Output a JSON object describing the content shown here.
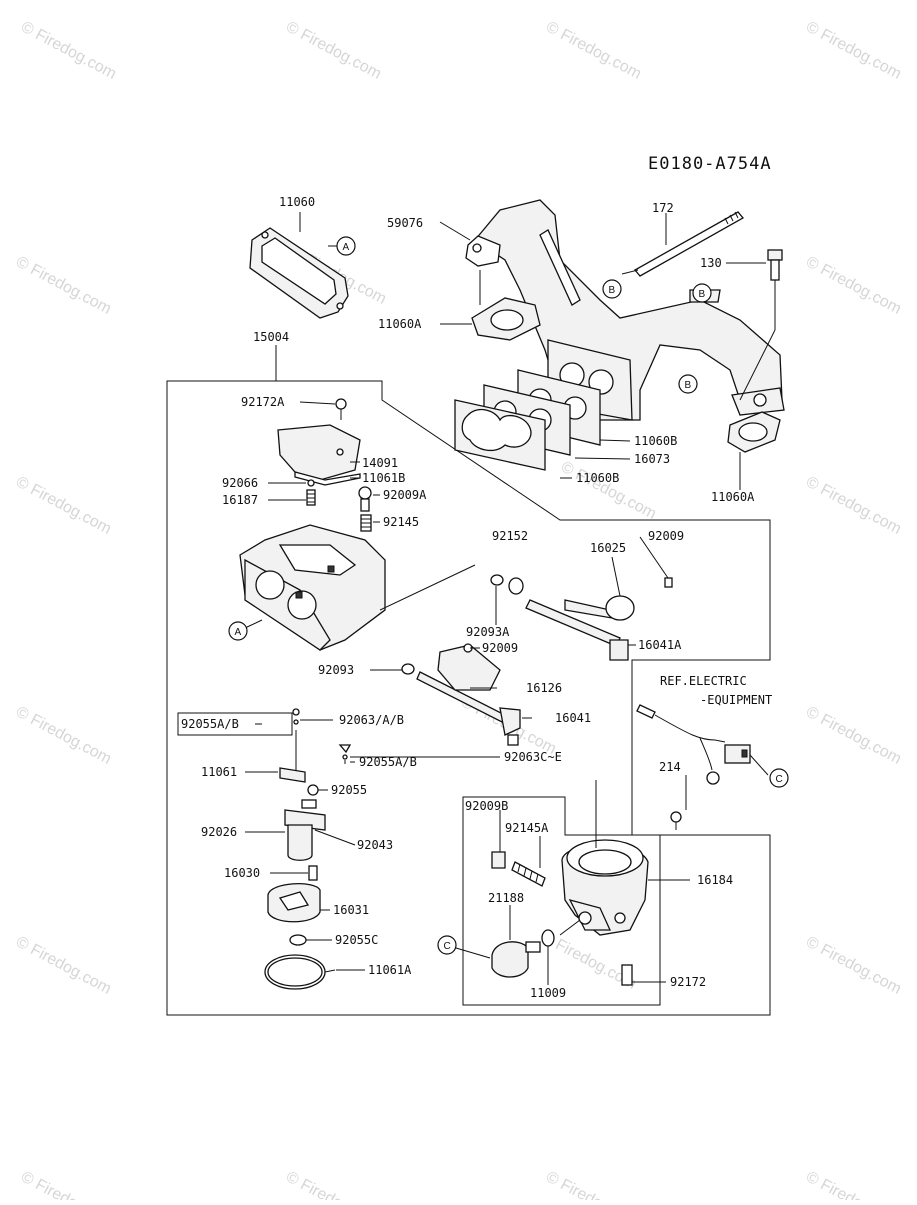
{
  "diagram_code": "E0180-A754A",
  "watermark_text": "© Firedog.com",
  "ref_letters": [
    "A",
    "B",
    "C"
  ],
  "parts": {
    "p11060": "11060",
    "p59076": "59076",
    "p172": "172",
    "p130": "130",
    "p11060A_top": "11060A",
    "p15004": "15004",
    "p92172A": "92172A",
    "p14091": "14091",
    "p11061B": "11061B",
    "p92066": "92066",
    "p16187": "16187",
    "p92009A": "92009A",
    "p92145": "92145",
    "p11060B_a": "11060B",
    "p16073": "16073",
    "p11060B_b": "11060B",
    "p11060A_right": "11060A",
    "p92152": "92152",
    "p16025": "16025",
    "p92009_top": "92009",
    "p92093A": "92093A",
    "p16041A": "16041A",
    "p92009_mid": "92009",
    "p92093": "92093",
    "p16126": "16126",
    "p92055AB_left": "92055A/B",
    "p92063AB": "92063/A/B",
    "p16041": "16041",
    "p92055AB_right": "92055A/B",
    "p92063CE": "92063C~E",
    "p11061": "11061",
    "p92055": "92055",
    "p92026": "92026",
    "p92043": "92043",
    "p16030": "16030",
    "p16031": "16031",
    "p92055C": "92055C",
    "p11061A": "11061A",
    "ref_electric_1": "REF.ELECTRIC",
    "ref_electric_2": "-EQUIPMENT",
    "p214": "214",
    "p92009B": "92009B",
    "p92145A": "92145A",
    "p16184": "16184",
    "p21188": "21188",
    "p11009": "11009",
    "p92172": "92172"
  }
}
